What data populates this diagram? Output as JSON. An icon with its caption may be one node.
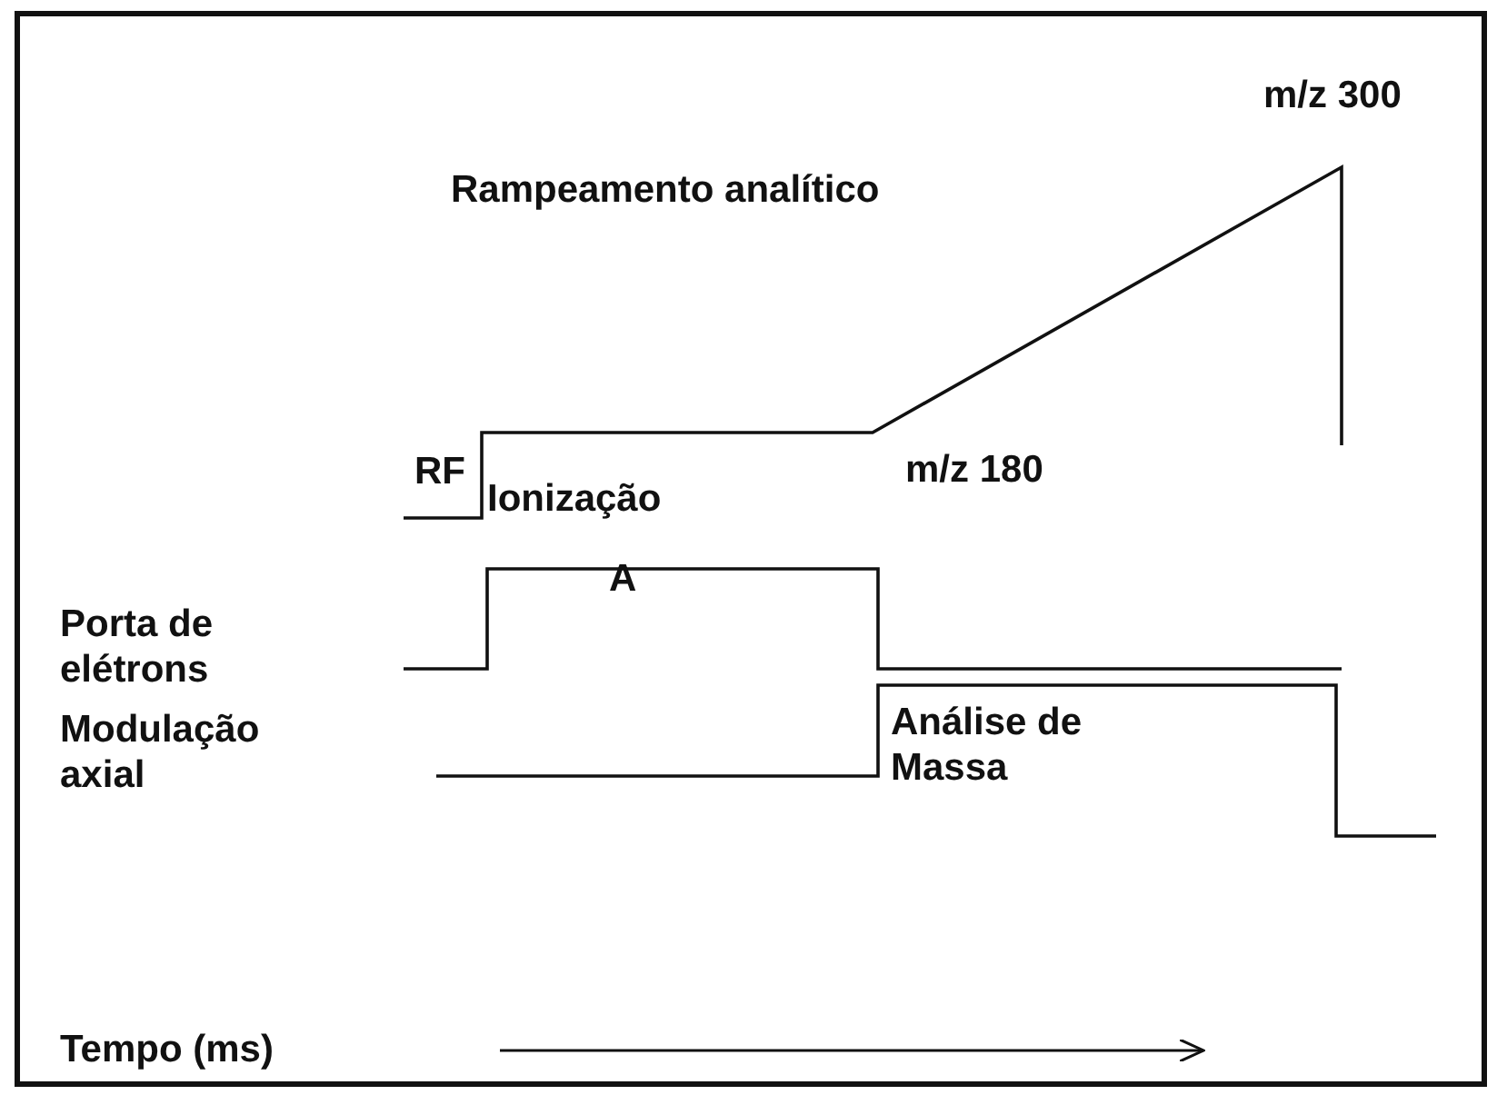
{
  "diagram": {
    "labels": [
      "m/z 300",
      "Rampeamento analítico",
      "RF",
      "Ionização",
      "m/z 180",
      "A",
      "Porta de elétrons",
      "Modulação axial",
      "Análise de Massa",
      "Tempo (ms)"
    ]
  }
}
